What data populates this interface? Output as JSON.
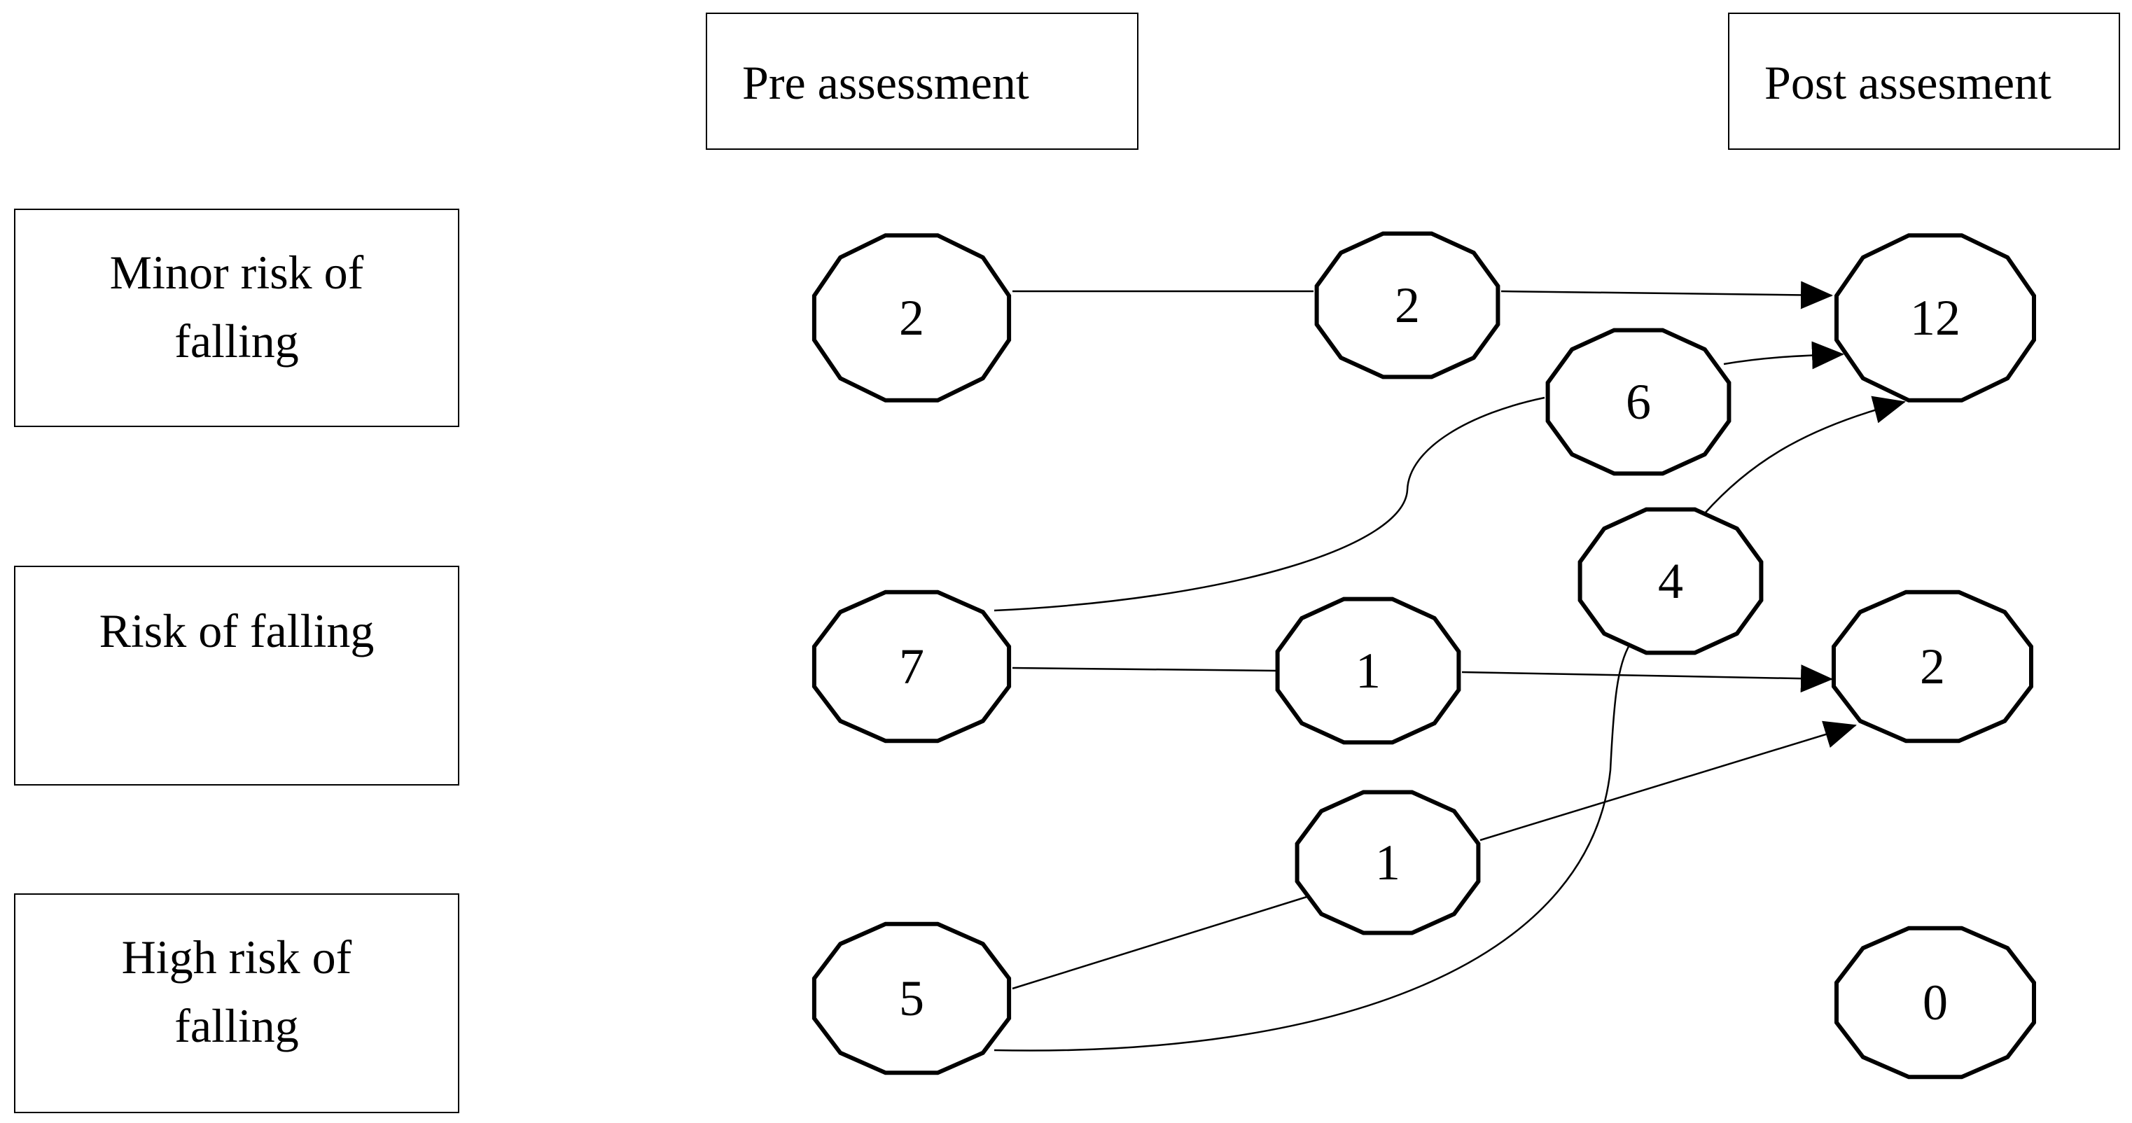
{
  "headers": {
    "pre": "Pre assessment",
    "post": "Post assesment"
  },
  "categories": [
    {
      "line1": "Minor risk of",
      "line2": "falling"
    },
    {
      "line1": "Risk of falling",
      "line2": ""
    },
    {
      "line1": "High risk of",
      "line2": "falling"
    }
  ],
  "nodes": {
    "pre_minor": "2",
    "pre_risk": "7",
    "pre_high": "5",
    "mid_minor_to_minor": "2",
    "mid_risk_to_minor": "6",
    "mid_high_to_minor": "4",
    "mid_risk_to_risk": "1",
    "mid_high_to_risk": "1",
    "post_minor": "12",
    "post_risk": "2",
    "post_high": "0"
  },
  "colors": {
    "stroke": "#000000",
    "fill": "#ffffff"
  }
}
